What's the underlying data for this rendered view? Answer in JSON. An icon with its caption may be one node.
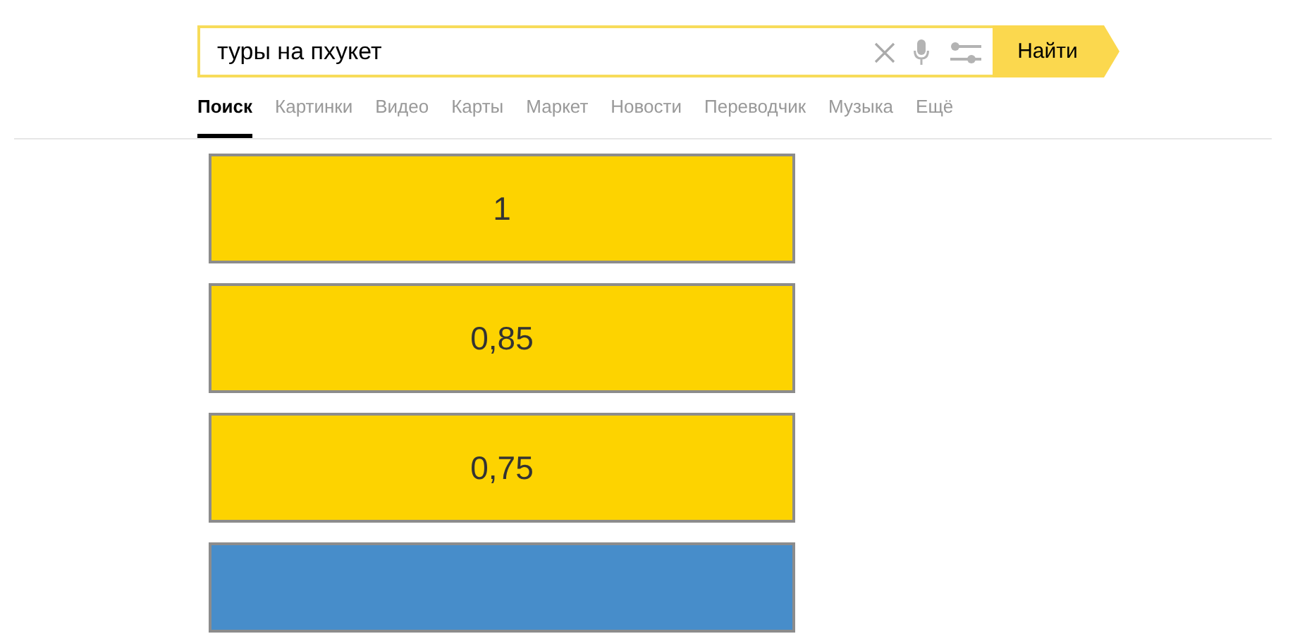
{
  "diagram": {
    "nodes": [
      {
        "text": [
          "1"
        ]
      },
      {
        "text": [
          "0,85"
        ]
      },
      {
        "text": [
          "0,75"
        ]
      },
      {
        "text": [],
        "shape": "box"
      }
    ],
    "labels": [
      "туры на пхукет",
      "Найти",
      "Поиск",
      "Картинки",
      "Видео",
      "Карты",
      "Маркет",
      "Новости",
      "Переводчик",
      "Музыка",
      "Ещё"
    ]
  }
}
